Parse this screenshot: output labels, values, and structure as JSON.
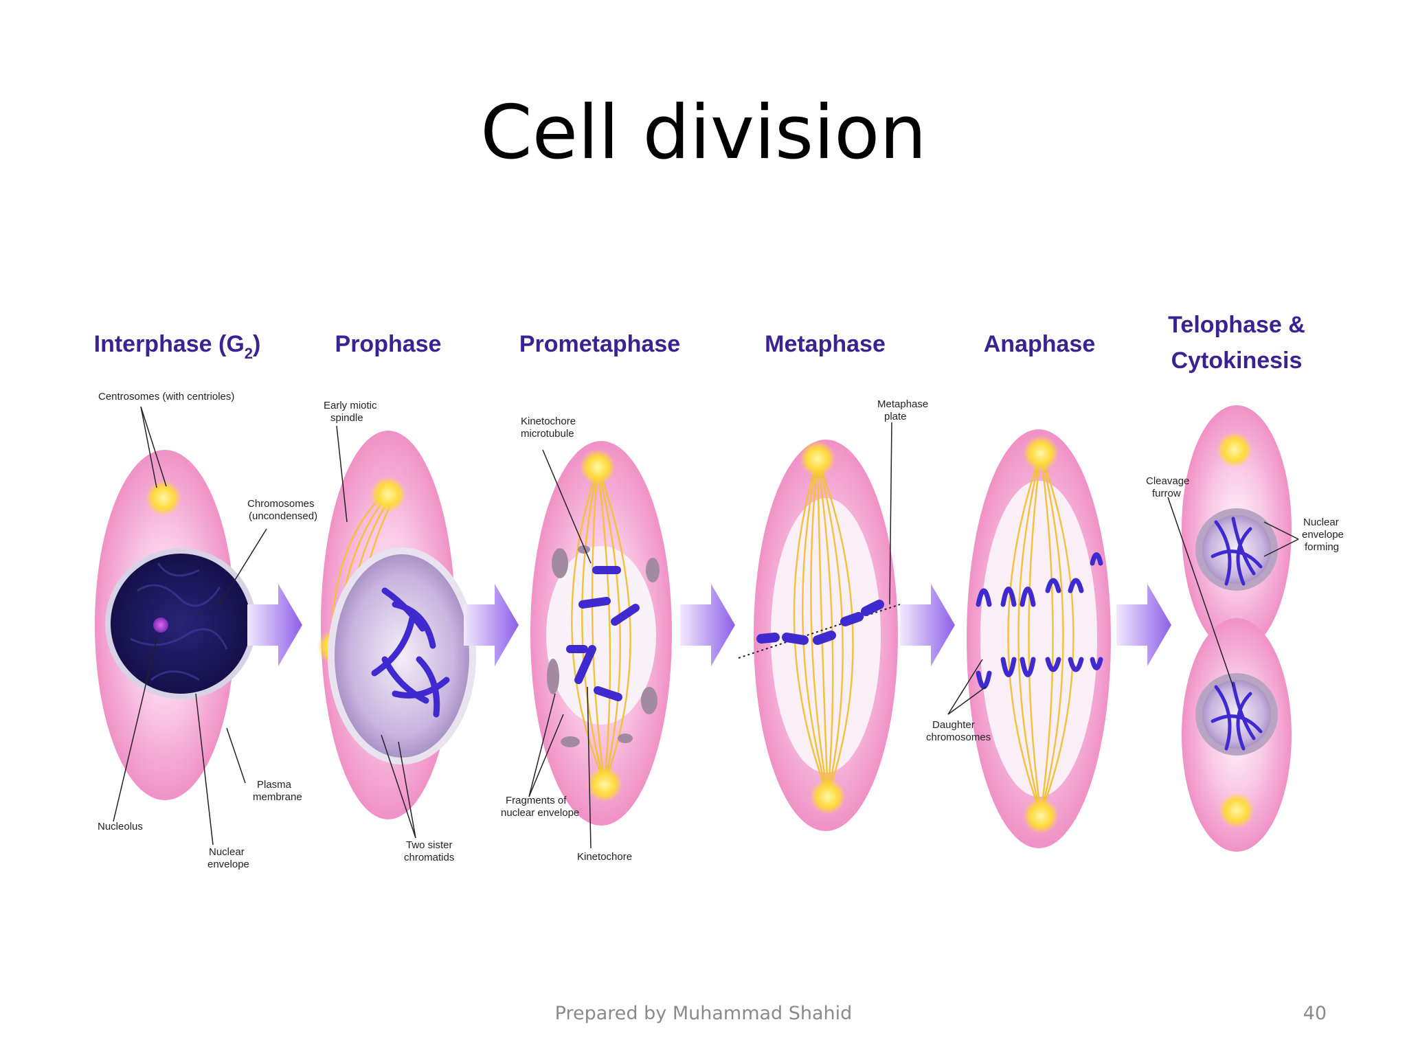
{
  "slide": {
    "title": "Cell division",
    "footer_author": "Prepared by Muhammad Shahid",
    "page_number": "40"
  },
  "stages": [
    {
      "title": "Interphase (G",
      "sub": "2",
      "tail": ")"
    },
    {
      "title": "Prophase"
    },
    {
      "title": "Prometaphase"
    },
    {
      "title": "Metaphase"
    },
    {
      "title": "Anaphase"
    },
    {
      "title_line1": "Telophase &",
      "title_line2": "Cytokinesis"
    }
  ],
  "labels": {
    "interphase": {
      "centrosomes": "Centrosomes (with centrioles)",
      "chromosomes_1": "Chromosomes",
      "chromosomes_2": "(uncondensed)",
      "plasma_1": "Plasma",
      "plasma_2": "membrane",
      "nucleolus": "Nucleolus",
      "nuclear_env_1": "Nuclear",
      "nuclear_env_2": "envelope"
    },
    "prophase": {
      "spindle_1": "Early miotic",
      "spindle_2": "spindle",
      "sister_1": "Two sister",
      "sister_2": "chromatids"
    },
    "prometaphase": {
      "kmt_1": "Kinetochore",
      "kmt_2": "microtubule",
      "frag_1": "Fragments of",
      "frag_2": "nuclear envelope",
      "kinetochore": "Kinetochore"
    },
    "metaphase": {
      "plate_1": "Metaphase",
      "plate_2": "plate"
    },
    "anaphase": {
      "daughter_1": "Daughter",
      "daughter_2": "chromosomes"
    },
    "telophase": {
      "cleavage_1": "Cleavage",
      "cleavage_2": "furrow",
      "ne_1": "Nuclear",
      "ne_2": "envelope",
      "ne_3": "forming"
    }
  },
  "colors": {
    "cell_pink": "#f08cc4",
    "nucleus_dark": "#1c1658",
    "chromosome": "#3f2ad0",
    "spindle": "#f2c23e",
    "arrow": "#9b6ff0",
    "title_purple": "#3a2390"
  }
}
